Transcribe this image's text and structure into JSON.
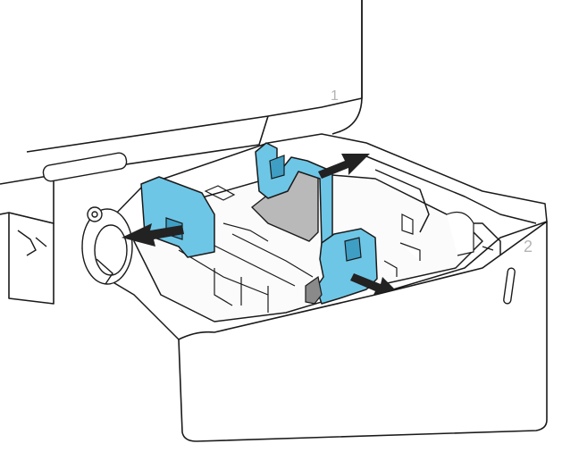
{
  "illustration": {
    "subject": "printer-paper-tray-loading",
    "callouts": {
      "upper_tray": "1",
      "lower_tray": "2"
    },
    "colors": {
      "line": "#1a1a1a",
      "guide_fill": "#6ec6e6",
      "guide_shade": "#3f9ec4",
      "gray_plate": "#b9b9b9",
      "arrow": "#222222",
      "callout_text": "#b4b4b4"
    }
  }
}
